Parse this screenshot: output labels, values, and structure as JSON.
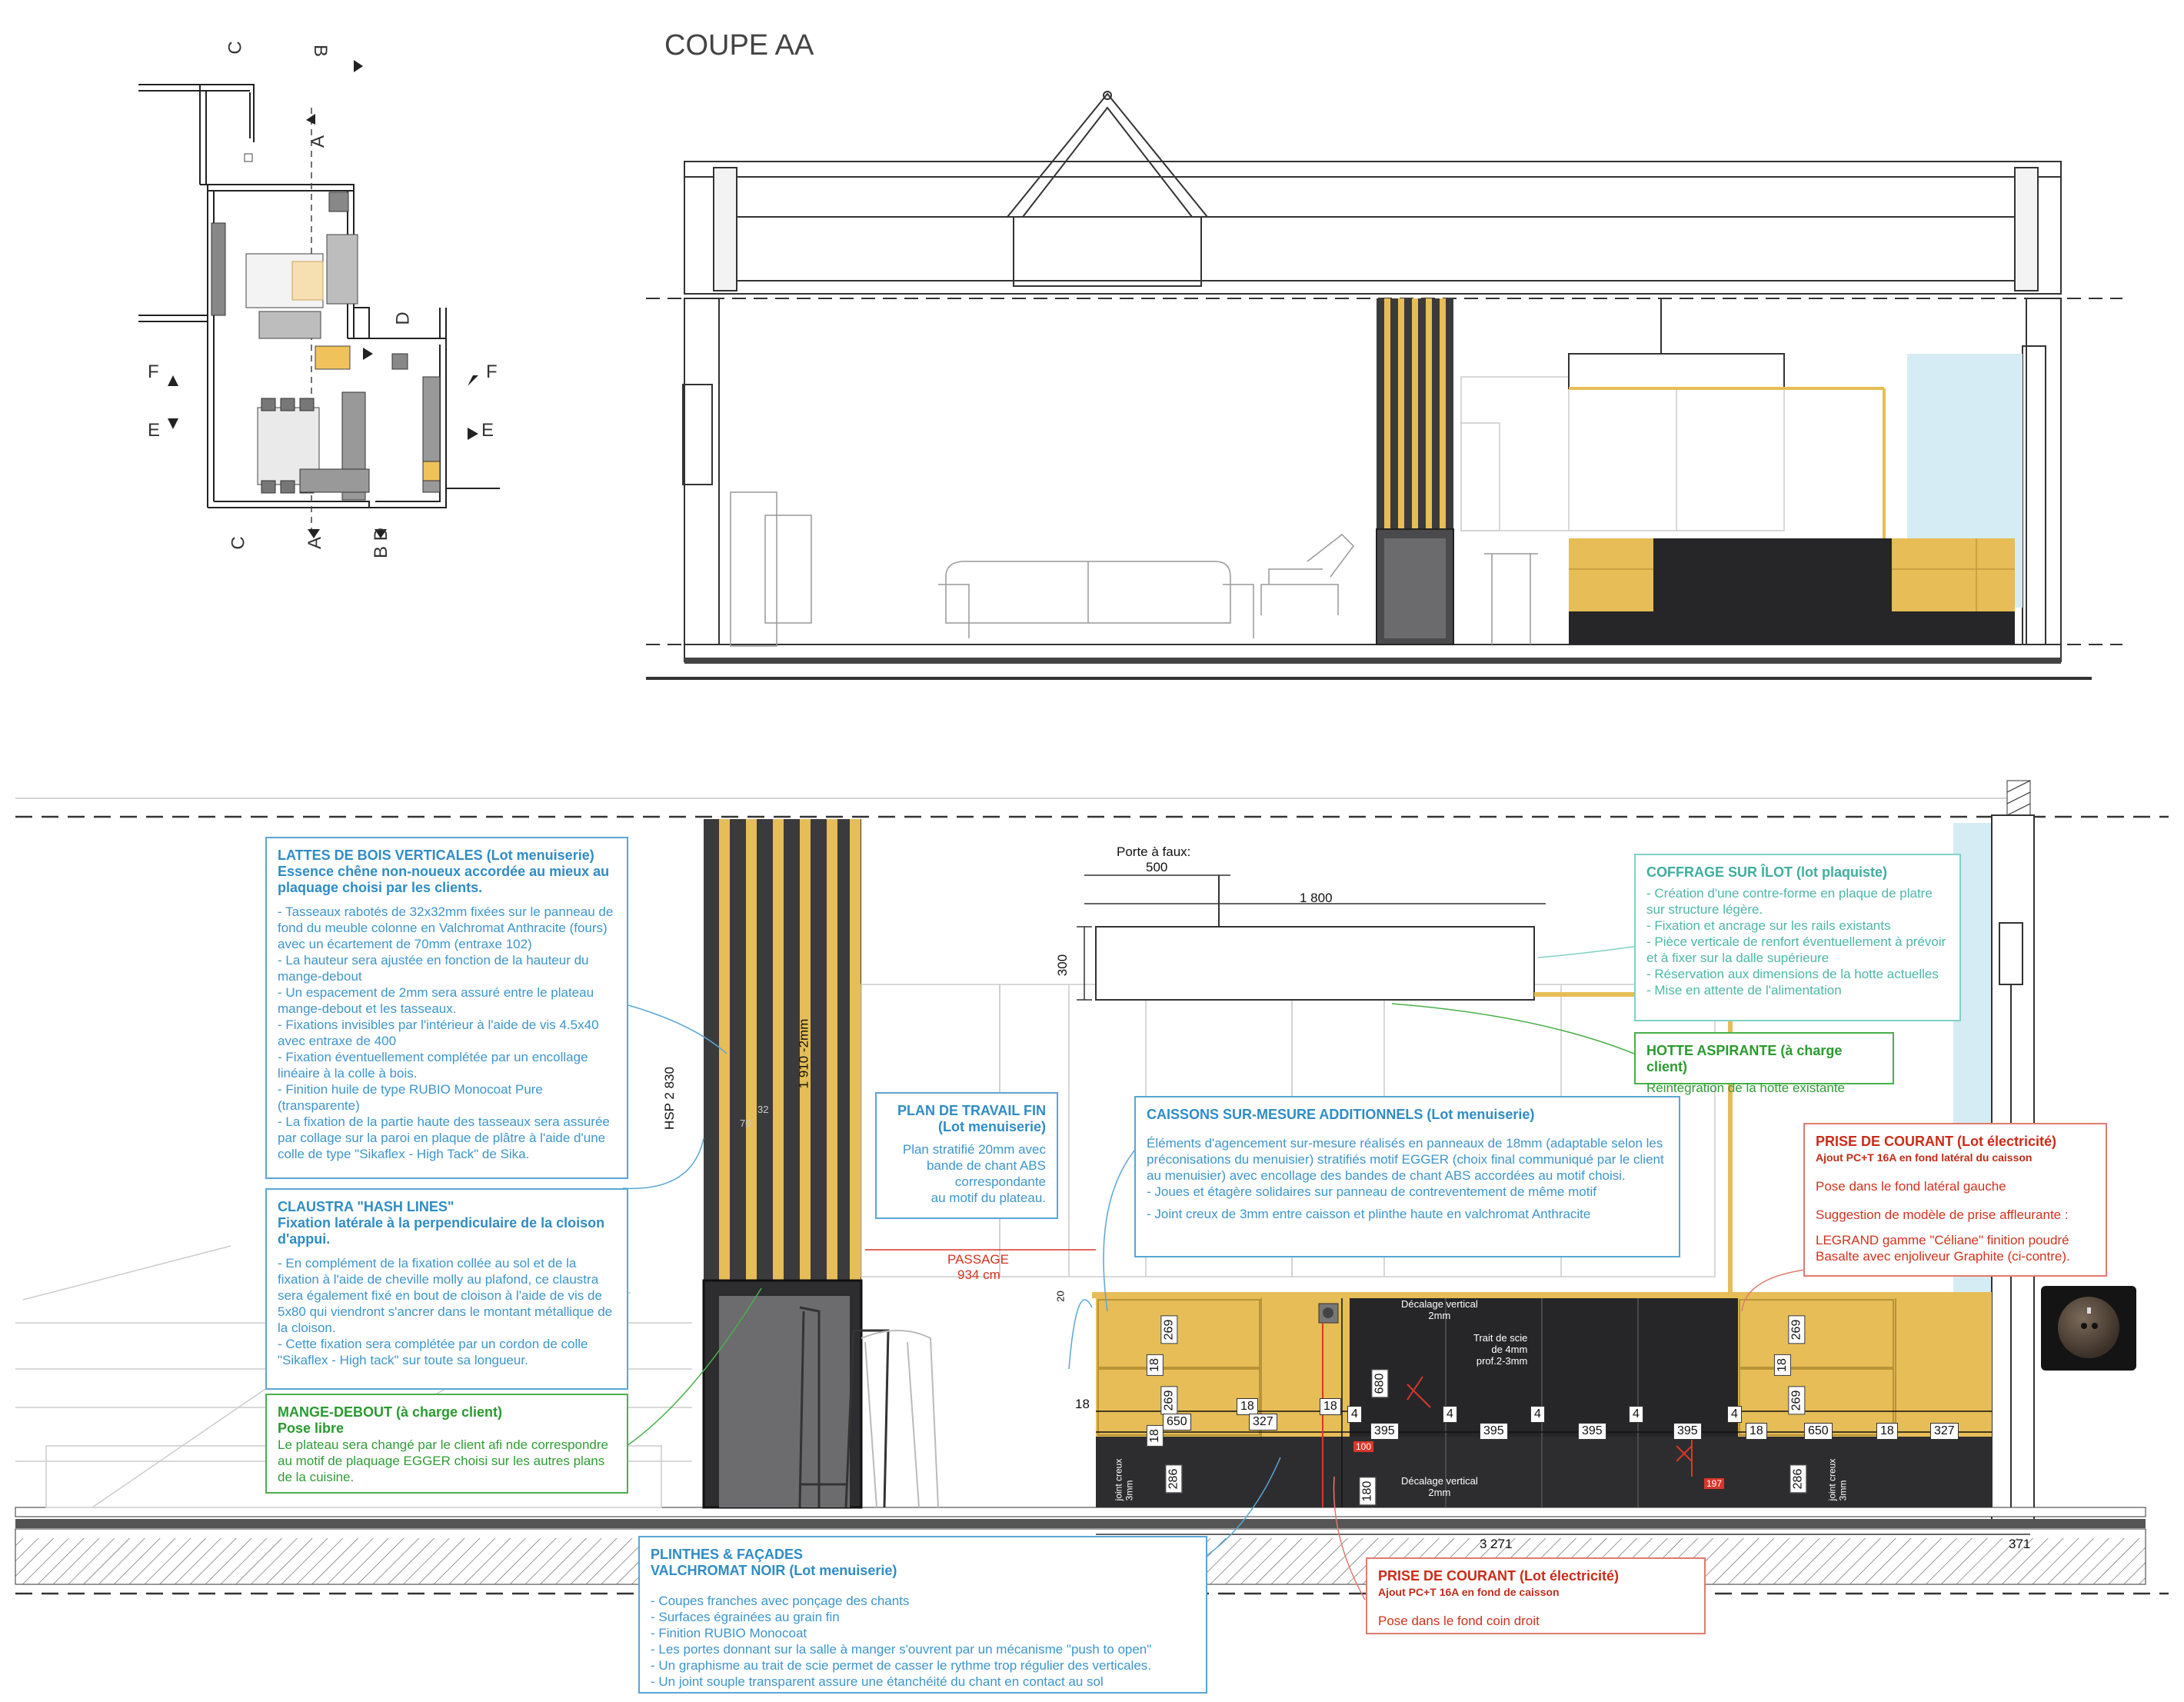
{
  "section_title": "COUPE AA",
  "floor_plan": {
    "section_marks": {
      "c_top": "C",
      "b_top": "B",
      "a_top": "A",
      "d_mid": "D",
      "f_left": "F",
      "e_left": "E",
      "f_right": "F",
      "e_right": "E",
      "c_bottom": "C",
      "a_bottom": "A",
      "bd_bottom": "B D"
    }
  },
  "dimensions": {
    "porte_a_faux_label": "Porte à faux:",
    "porte_a_faux_value": "500",
    "hood_width": "1 800",
    "hood_height": "300",
    "hsp": "HSP 2 830",
    "column_height": "1 910 -2mm",
    "slat_32": "32",
    "slat_70": "70",
    "passage_label": "PASSAGE",
    "passage_value": "934 cm",
    "d20": "20",
    "d269a": "269",
    "d18a": "18",
    "d269b": "269",
    "d18b": "18",
    "d650a": "650",
    "d18c": "18",
    "d327a": "327",
    "d18d": "18",
    "d18e": "18",
    "d4a": "4",
    "d395a": "395",
    "d4b": "4",
    "d395b": "395",
    "d4c": "4",
    "d395c": "395",
    "d4d": "4",
    "d395d": "395",
    "d4e": "4",
    "d18f": "18",
    "d650b": "650",
    "d18g": "18",
    "d327b": "327",
    "d269c": "269",
    "d18h": "18",
    "d269d": "269",
    "d680": "680",
    "d286a": "286",
    "d286b": "286",
    "d180": "180",
    "d100": "100",
    "d197": "197",
    "decalage_top": "Décalage vertical\n2mm",
    "decalage_bottom": "Décalage vertical\n2mm",
    "trait_scie": "Trait de scie\nde 4mm\nprof.2-3mm",
    "joint_creux_left": "joint creux\n3mm",
    "joint_creux_right": "joint creux\n3mm",
    "total_3271": "3 271",
    "total_371": "371"
  },
  "notes": {
    "lattes": {
      "title": "LATTES DE BOIS VERTICALES (Lot menuiserie)",
      "subtitle": "Essence chêne non-noueux accordée au mieux au plaquage choisi par les clients.",
      "items": [
        "- Tasseaux rabotés de 32x32mm fixées sur le panneau de fond du meuble colonne en Valchromat Anthracite (fours) avec un écartement de 70mm (entraxe 102)",
        "- La hauteur sera ajustée en fonction de la hauteur du mange-debout",
        "- Un espacement de 2mm sera assuré entre le plateau mange-debout et les tasseaux.",
        "- Fixations invisibles par l'intérieur à l'aide de vis 4.5x40 avec entraxe de 400",
        "- Fixation éventuellement complétée par un encollage linéaire à la colle à bois.",
        "- Finition huile de type RUBIO Monocoat Pure (transparente)",
        "- La fixation de la partie haute des tasseaux sera assurée par collage sur la paroi en plaque de plâtre à l'aide d'une colle de type \"Sikaflex - High Tack\" de Sika."
      ]
    },
    "claustra": {
      "title": "CLAUSTRA \"HASH LINES\"",
      "subtitle": "Fixation latérale à la perpendiculaire de la cloison d'appui.",
      "items": [
        "- En complément de la fixation collée au sol et de la fixation à l'aide de cheville molly au plafond, ce claustra sera également fixé en bout de cloison à l'aide de vis de 5x80 qui viendront s'ancrer dans le montant métallique de la cloison.",
        "- Cette fixation sera complétée par un cordon de colle \"Sikaflex - High tack\" sur toute sa longueur."
      ]
    },
    "mange_debout": {
      "title": "MANGE-DEBOUT (à charge client)",
      "subtitle": "Pose libre",
      "body": "Le plateau sera changé par le client afi nde correspondre au motif de plaquage EGGER choisi sur les autres plans de la cuisine."
    },
    "plan_travail": {
      "title": "PLAN DE TRAVAIL FIN\n(Lot menuiserie)",
      "body": "Plan stratifié 20mm avec\nbande de chant ABS\ncorrespondante\nau motif du plateau."
    },
    "caissons": {
      "title": "CAISSONS SUR-MESURE ADDITIONNELS (Lot menuiserie)",
      "body": "Éléments d'agencement sur-mesure réalisés en panneaux de 18mm (adaptable selon les préconisations du menuisier) stratifiés motif EGGER (choix final communiqué par le client au menuisier) avec encollage des  bandes de chant ABS accordées au motif choisi.",
      "items": [
        "- Joues et étagère solidaires sur panneau de contreventement de même motif",
        "- Joint creux de 3mm entre caisson et plinthe haute en valchromat Anthracite"
      ]
    },
    "coffrage": {
      "title": "COFFRAGE SUR ÎLOT (lot plaquiste)",
      "items": [
        "- Création d'une contre-forme en plaque de platre sur structure légère.",
        "- Fixation et ancrage sur les rails existants",
        "- Pièce verticale de renfort éventuellement  à prévoir et à fixer sur la dalle supérieure",
        "- Réservation aux dimensions de la hotte actuelles",
        "- Mise en attente de l'alimentation"
      ]
    },
    "hotte": {
      "title": "HOTTE ASPIRANTE (à charge client)",
      "body": "Réintégration de la hotte existante"
    },
    "prise_right": {
      "title": "PRISE DE COURANT (Lot électricité)",
      "subtitle": "Ajout PC+T 16A en fond latéral du caisson",
      "p1": "Pose dans le fond latéral gauche",
      "p2": "Suggestion de modèle de prise affleurante :",
      "p3": "LEGRAND gamme \"Céliane\" finition poudré Basalte avec enjoliveur Graphite (ci-contre)."
    },
    "prise_bottom": {
      "title": "PRISE DE COURANT (Lot électricité)",
      "subtitle": "Ajout PC+T 16A en fond de caisson",
      "body": "Pose dans le fond coin droit"
    },
    "plinthes": {
      "title": "PLINTHES & FAÇADES",
      "subtitle": "VALCHROMAT NOIR (Lot menuiserie)",
      "items": [
        "- Coupes franches avec ponçage des chants",
        "- Surfaces égrainées au grain fin",
        "- Finition RUBIO Monocoat",
        "- Les portes donnant sur la salle à manger s'ouvrent par un mécanisme \"push to open\"",
        "- Un graphisme au trait de scie permet de casser le rythme trop régulier des verticales.",
        "- Un joint souple transparent assure une étanchéité du chant en contact au sol"
      ]
    }
  },
  "colors": {
    "oak": "#e6bd56",
    "anthracite": "#3b3b3d",
    "black_facade": "#262628",
    "blue_note": "#3d95cc",
    "teal_note": "#4cb7a8",
    "green_note": "#2f9c35",
    "red_note": "#d2321e",
    "glass_blue": "#d6ecf4"
  },
  "icons": [
    "socket-icon",
    "section-arrow-icon"
  ]
}
